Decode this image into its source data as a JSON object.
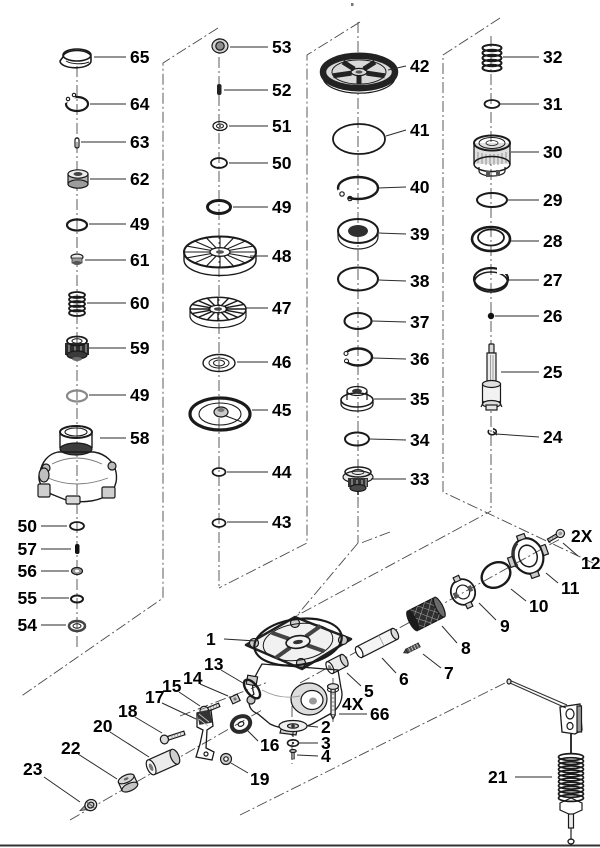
{
  "figure": {
    "kind": "exploded-parts-diagram",
    "background": "#ffffff",
    "line_color": "#1a1a1a"
  },
  "callouts": {
    "column1": [
      "65",
      "64",
      "63",
      "62",
      "49",
      "61",
      "60",
      "59",
      "49",
      "58"
    ],
    "column1_lower": [
      "50",
      "57",
      "56",
      "55",
      "54"
    ],
    "column2": [
      "53",
      "52",
      "51",
      "50",
      "49",
      "48",
      "47",
      "46",
      "45",
      "44",
      "43"
    ],
    "column3": [
      "42",
      "41",
      "40",
      "39",
      "38",
      "37",
      "36",
      "35",
      "34",
      "33"
    ],
    "column4": [
      "32",
      "31",
      "30",
      "29",
      "28",
      "27",
      "26",
      "25",
      "24"
    ],
    "right_group": [
      "2X",
      "12",
      "11",
      "10",
      "9",
      "8",
      "7",
      "6"
    ],
    "center_group": [
      "1",
      "13",
      "14",
      "15",
      "17",
      "18",
      "20",
      "22",
      "23",
      "16",
      "19",
      "5",
      "4X",
      "66",
      "2",
      "3",
      "4"
    ],
    "link_group": [
      "21"
    ]
  }
}
